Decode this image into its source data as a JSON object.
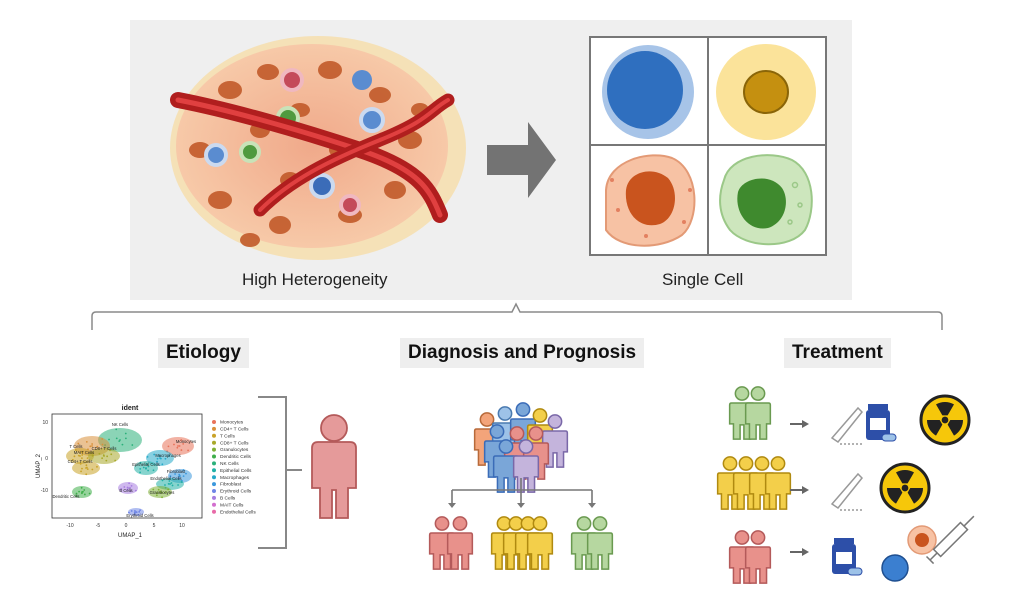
{
  "top": {
    "tumor_caption": "High Heterogeneity",
    "single_cell_caption": "Single Cell"
  },
  "sections": {
    "etiology": "Etiology",
    "diagnosis": "Diagnosis and Prognosis",
    "treatment": "Treatment"
  },
  "umap": {
    "title": "ident",
    "xlabel": "UMAP_1",
    "ylabel": "UMAP_2",
    "x_ticks": [
      "-10",
      "-5",
      "0",
      "5",
      "10"
    ],
    "y_ticks": [
      "10",
      "0",
      "-10"
    ],
    "cluster_labels": [
      "NK Cells",
      "T Cells",
      "CD8+ T Cells",
      "MAIT Cells",
      "CD4+ T Cells",
      "Monocytes",
      "Macrophages",
      "Epithelial Cells",
      "Fibroblast",
      "Endothelial Cells",
      "B Cells",
      "Granulocytes",
      "Dendritic Cells",
      "Erythroid Cells"
    ],
    "legend": [
      {
        "label": "Monocytes",
        "color": "#e8735a"
      },
      {
        "label": "CD4+ T Cells",
        "color": "#d9903a"
      },
      {
        "label": "T Cells",
        "color": "#c9a227"
      },
      {
        "label": "CD8+ T Cells",
        "color": "#a8a82a"
      },
      {
        "label": "Granulocytes",
        "color": "#7fb036"
      },
      {
        "label": "Dendritic Cells",
        "color": "#3fae4a"
      },
      {
        "label": "NK Cells",
        "color": "#2bb07a"
      },
      {
        "label": "Epithelial Cells",
        "color": "#22b0a6"
      },
      {
        "label": "Macrophages",
        "color": "#25a9c8"
      },
      {
        "label": "Fibroblast",
        "color": "#3b98dc"
      },
      {
        "label": "Erythroid Cells",
        "color": "#6f86e6"
      },
      {
        "label": "B Cells",
        "color": "#a77de0"
      },
      {
        "label": "MAIT Cells",
        "color": "#d36fcf"
      },
      {
        "label": "Endothelial Cells",
        "color": "#e86aa8"
      }
    ]
  },
  "colors": {
    "salmon": "#e8918b",
    "blue": "#7aa6d8",
    "yellow": "#f3cf4a",
    "green": "#b6d7a0",
    "purple": "#c4b4dc",
    "orange": "#f3a47a",
    "gray": "#707070"
  }
}
